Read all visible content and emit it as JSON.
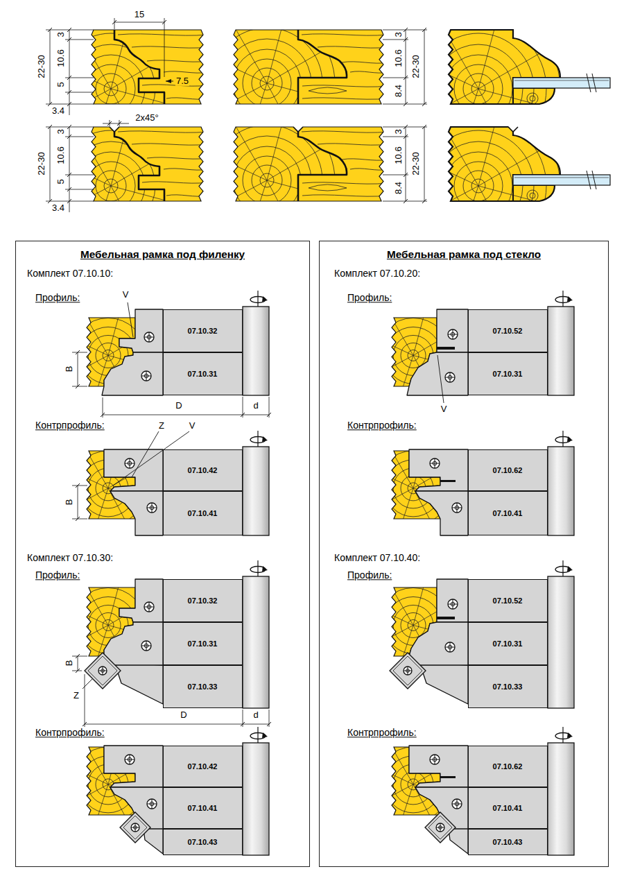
{
  "diagram": {
    "nodes": [
      {
        "text": [
          "Мебельная рамка под филенку"
        ]
      },
      {
        "text": [
          "07.10.32"
        ],
        "in": 0
      },
      {
        "text": [
          "07.10.31"
        ],
        "in": 0
      },
      {
        "text": [
          "07.10.42"
        ],
        "in": 0
      },
      {
        "text": [
          "07.10.41"
        ],
        "in": 0
      },
      {
        "text": [
          "07.10.32"
        ],
        "in": 0
      },
      {
        "text": [
          "07.10.31"
        ],
        "in": 0
      },
      {
        "text": [
          "07.10.33"
        ],
        "in": 0
      },
      {
        "text": [
          "07.10.42"
        ],
        "in": 0
      },
      {
        "text": [
          "07.10.41"
        ],
        "in": 0
      },
      {
        "text": [
          "07.10.43"
        ],
        "in": 0
      },
      {
        "text": [
          "Мебельная рамка под стекло"
        ]
      },
      {
        "text": [
          "07.10.52"
        ],
        "in": 11
      },
      {
        "text": [
          "07.10.31"
        ],
        "in": 11
      },
      {
        "text": [
          "07.10.62"
        ],
        "in": 11
      },
      {
        "text": [
          "07.10.41"
        ],
        "in": 11
      },
      {
        "text": [
          "07.10.52"
        ],
        "in": 11
      },
      {
        "text": [
          "07.10.31"
        ],
        "in": 11
      },
      {
        "text": [
          "07.10.33"
        ],
        "in": 11
      },
      {
        "text": [
          "07.10.62"
        ],
        "in": 11
      },
      {
        "text": [
          "07.10.41"
        ],
        "in": 11
      },
      {
        "text": [
          "07.10.43"
        ],
        "in": 11
      }
    ],
    "labels": [
      "15",
      "22-30",
      "3",
      "10.6",
      "5",
      "7.5",
      "3.4",
      "3",
      "10.6",
      "8.4",
      "22-30",
      "2x45°",
      "22-30",
      "3",
      "10.6",
      "5",
      "3.4",
      "3",
      "10.6",
      "8.4",
      "22-30",
      "Комплект 07.10.10:",
      "Профиль:",
      "V",
      "B",
      "D",
      "d",
      "Контрпрофиль:",
      "Z",
      "V",
      "B",
      "Комплект 07.10.30:",
      "Профиль:",
      "B",
      "Z",
      "D",
      "d",
      "Контрпрофиль:",
      "Комплект 07.10.20:",
      "Профиль:",
      "V",
      "Контрпрофиль:",
      "Комплект 07.10.40:",
      "Профиль:",
      "Контрпрофиль:"
    ]
  }
}
